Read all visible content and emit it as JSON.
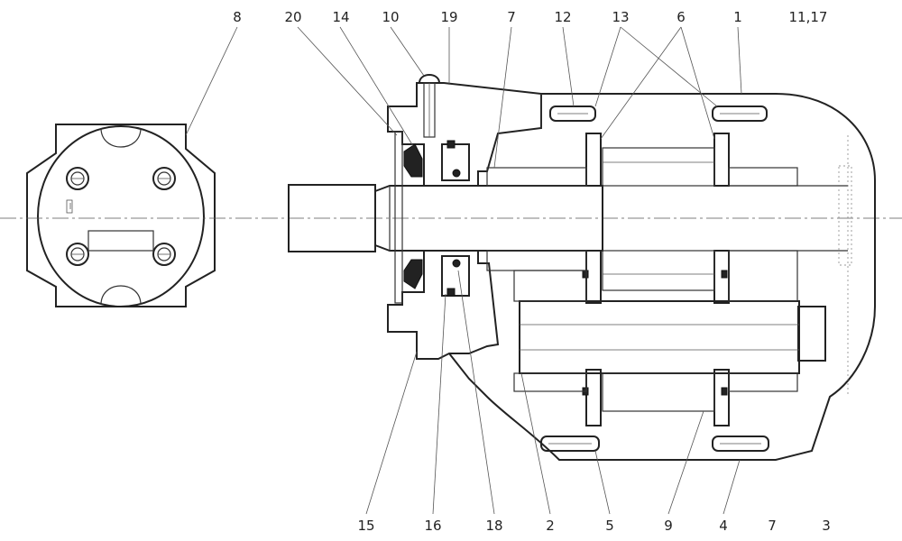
{
  "callouts_top": [
    "8",
    "20",
    "14",
    "10",
    "19",
    "7",
    "12",
    "13",
    "6",
    "1",
    "11,17"
  ],
  "callouts_bottom": [
    "15",
    "16",
    "18",
    "2",
    "5",
    "9",
    "4",
    "7",
    "3"
  ]
}
